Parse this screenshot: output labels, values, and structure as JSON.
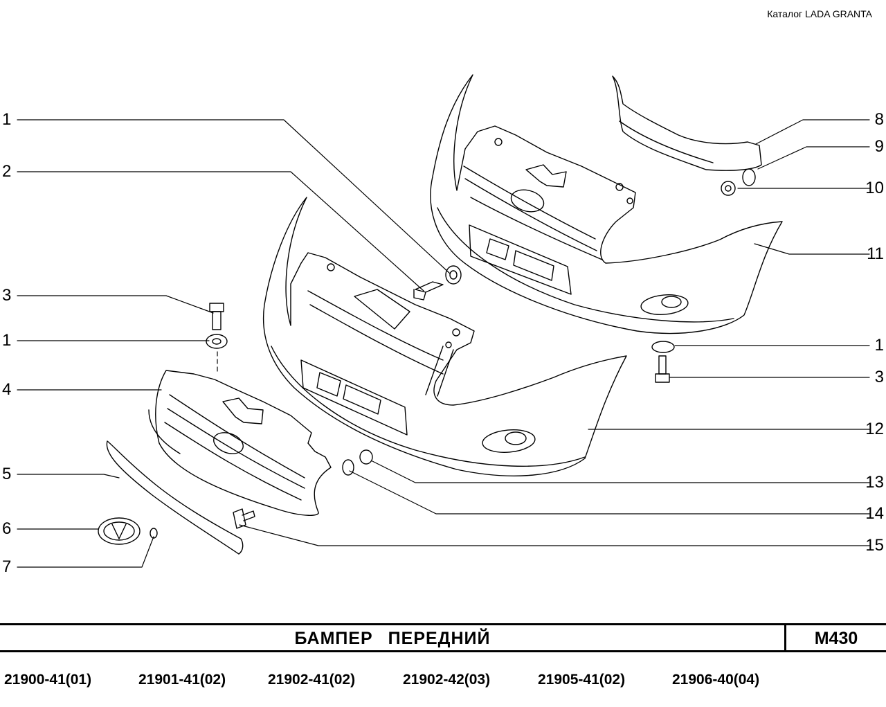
{
  "catalog_header": "Каталог LADA  GRANTA",
  "title": "БАМПЕР   ПЕРЕДНИЙ",
  "sheet_code": "M430",
  "callouts_left": [
    "1",
    "2",
    "3",
    "1",
    "4",
    "5",
    "6",
    "7"
  ],
  "callouts_right": [
    "8",
    "9",
    "10",
    "11",
    "1",
    "3",
    "12",
    "13",
    "14",
    "15"
  ],
  "models": [
    "21900-41(01)",
    "21901-41(02)",
    "21902-41(02)",
    "21902-42(03)",
    "21905-41(02)",
    "21906-40(04)"
  ]
}
